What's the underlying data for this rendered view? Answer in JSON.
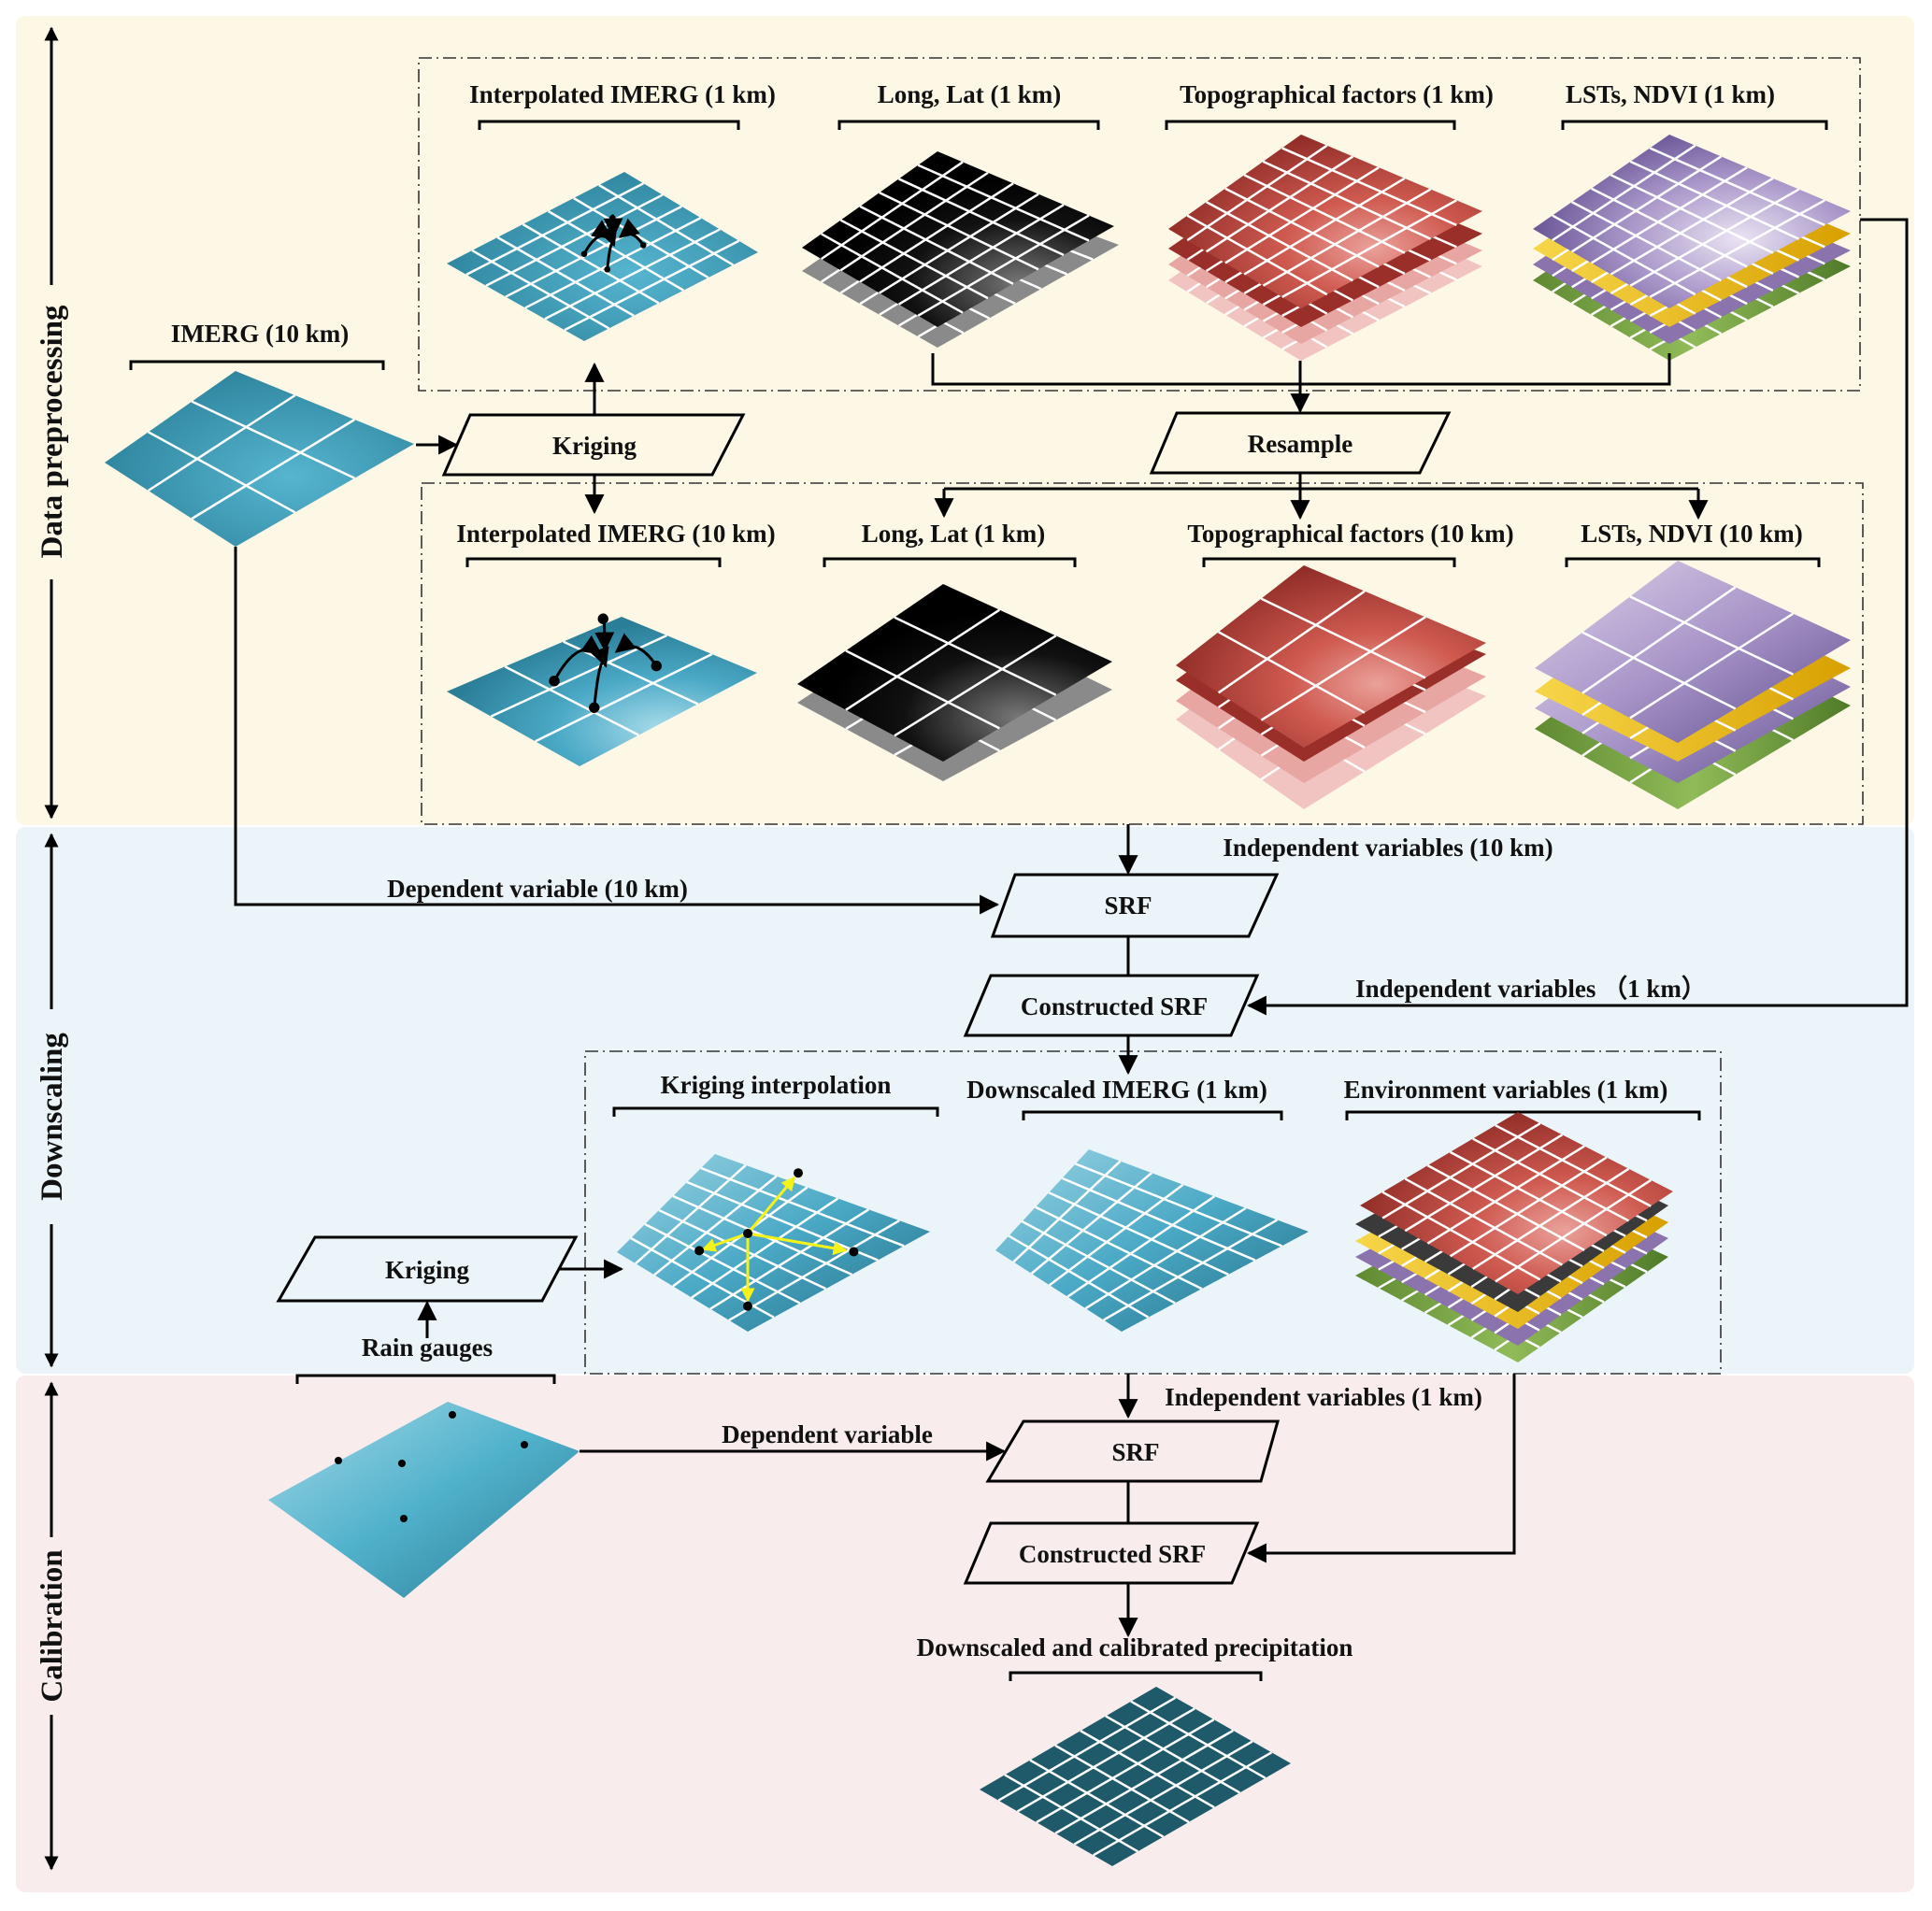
{
  "colors": {
    "preprocessing_bg": "#fdf7e6",
    "downscaling_bg": "#ebf5f9",
    "calibration_bg": "#f8ecec",
    "imerg_blue": "#3a9cb8",
    "imerg_dark": "#1f5a6b",
    "topo_red": "#b8443c",
    "topo_pink": "#eab3b0",
    "lst_purple": "#8a78b3",
    "ndvi_green": "#79a845",
    "yellow": "#f3c21b",
    "kriging_arrow_yellow": "#f4f21a"
  },
  "stages": [
    {
      "label": "Data preprocessing"
    },
    {
      "label": "Downscaling"
    },
    {
      "label": "Calibration"
    }
  ],
  "preprocessing": {
    "imerg_input": {
      "label": "IMERG (10 km)",
      "grid": "3x3"
    },
    "kriging": "Kriging",
    "resample": "Resample",
    "row_1km": [
      {
        "label": "Interpolated IMERG (1 km)",
        "kind": "imerg-grid-with-arrows"
      },
      {
        "label": "Long, Lat (1 km)",
        "kind": "black-gray-layers"
      },
      {
        "label": "Topographical factors (1 km)",
        "kind": "red-layers"
      },
      {
        "label": "LSTs, NDVI (1 km)",
        "kind": "purple-yellow-green-layers"
      }
    ],
    "row_10km": [
      {
        "label": "Interpolated IMERG (10 km)",
        "kind": "imerg-grid-with-arrows"
      },
      {
        "label": "Long, Lat (1 km)",
        "kind": "black-gray-layers"
      },
      {
        "label": "Topographical factors (10 km)",
        "kind": "red-layers"
      },
      {
        "label": "LSTs, NDVI (10 km)",
        "kind": "purple-yellow-green-layers"
      }
    ]
  },
  "downscaling": {
    "dependent_label": "Dependent variable  (10 km)",
    "independent_10km_label": "Independent variables (10 km)",
    "independent_1km_label": "Independent variables （1 km）",
    "srf": "SRF",
    "constructed_srf": "Constructed SRF",
    "kriging": "Kriging",
    "rain_gauges": "Rain gauges",
    "outputs": [
      {
        "label": "Kriging interpolation"
      },
      {
        "label": "Downscaled  IMERG (1 km)"
      },
      {
        "label": "Environment variables (1 km)"
      }
    ]
  },
  "calibration": {
    "dependent_label": "Dependent variable",
    "independent_label": "Independent variables (1 km)",
    "srf": "SRF",
    "constructed_srf": "Constructed SRF",
    "result_label": "Downscaled and calibrated precipitation"
  }
}
